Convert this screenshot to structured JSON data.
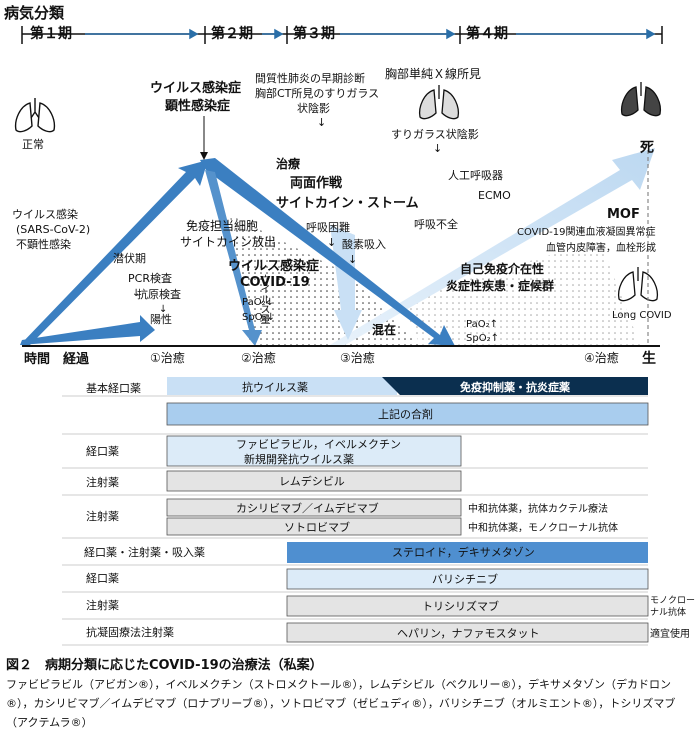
{
  "stage_axis": {
    "title": "病気分類",
    "stages": [
      "第１期",
      "第２期",
      "第３期",
      "第４期"
    ]
  },
  "status_labels": {
    "normal": "正常",
    "death": "死",
    "survival": "生",
    "long_covid": "Long COVID",
    "time_course": "時間　経過"
  },
  "annotations": {
    "infection_line1": "ウイルス感染",
    "infection_line2": "(SARS-CoV-2)",
    "infection_line3": "不顕性感染",
    "symptomatic_line1": "ウイルス感染症",
    "symptomatic_line2": "顕性感染症",
    "incubation": "潜伏期",
    "pcr": "PCR検査",
    "antigen": "抗原検査",
    "positive": "陽性",
    "immune_line1": "免疫担当細胞",
    "immune_line2": "サイトカイン放出",
    "viral_load": "ウイルス量",
    "covid_line1": "ウイルス感染症",
    "covid_line2": "COVID-19",
    "pao2_down": "PaO₂↓",
    "spo2_down": "SpO₂↓",
    "ct_line1": "間質性肺炎の早期診断",
    "ct_line2": "胸部CT所見のすりガラス",
    "ct_line3": "状陰影",
    "xray": "胸部単純Ｘ線所見",
    "ggo": "すりガラス状陰影",
    "treat_line1": "治療",
    "treat_line2": "両面作戦",
    "treat_line3": "サイトカイン・ストーム",
    "dyspnea": "呼吸困難",
    "oxygen": "酸素吸入",
    "resp_failure": "呼吸不全",
    "ventilator": "人工呼吸器",
    "ecmo": "ECMO",
    "autoimmune_line1": "自己免疫介在性",
    "autoimmune_line2": "炎症性疾患・症候群",
    "mixed": "混在",
    "pao2_up": "PaO₂↑",
    "spo2_up": "SpO₂↑",
    "mof": "MOF",
    "mof_line1": "COVID-19関連血液凝固異常症",
    "mof_line2": "血管内皮障害，血栓形成"
  },
  "cure_points": [
    "①治癒",
    "②治癒",
    "③治癒",
    "④治癒"
  ],
  "therapy_rows": [
    {
      "category": "基本経口薬",
      "bars": [
        "抗ウイルス薬",
        "免疫抑制薬・抗炎症薬"
      ],
      "note": ""
    },
    {
      "category": "",
      "bars": [
        "上記の合剤"
      ],
      "note": ""
    },
    {
      "category": "経口薬",
      "bars": [
        "ファビピラビル，イベルメクチン",
        "新規開発抗ウイルス薬"
      ],
      "note": ""
    },
    {
      "category": "注射薬",
      "bars": [
        "レムデシビル"
      ],
      "note": ""
    },
    {
      "category": "注射薬",
      "bars": [
        "カシリビマブ／イムデビマブ",
        "ソトロビマブ"
      ],
      "note": [
        "中和抗体薬，抗体カクテル療法",
        "中和抗体薬，モノクローナル抗体"
      ]
    },
    {
      "category": "経口薬・注射薬・吸入薬",
      "bars": [
        "ステロイド，デキサメタゾン"
      ],
      "note": ""
    },
    {
      "category": "経口薬",
      "bars": [
        "バリシチニブ"
      ],
      "note": ""
    },
    {
      "category": "注射薬",
      "bars": [
        "トリシリズマブ"
      ],
      "note": [
        "モノクロー",
        "ナル抗体"
      ]
    },
    {
      "category": "抗凝固療法注射薬",
      "bars": [
        "ヘパリン，ナファモスタット"
      ],
      "note": "適宜使用"
    }
  ],
  "caption": {
    "title": "図２　病期分類に応じたCOVID-19の治療法（私案）",
    "text": "ファビピラビル（アビガン®），イベルメクチン（ストロメクトール®），レムデシビル（ベクルリー®），デキサメタゾン（デカドロン®），カシリビマブ／イムデビマブ（ロナプリーブ®），ソトロビマブ（ゼビュディ®），バリシチニブ（オルミエント®），トシリズマブ（アクテムラ®）"
  },
  "colors": {
    "stage_arrow": "#2a6fa8",
    "main_arrow": "#3b7fc1",
    "light_arrow": "#c9e0f5",
    "mid_bar": "#a9cdee",
    "pale_bar": "#dcebf8",
    "dark_bar": "#0b2f4f",
    "gray_bar": "#e4e4e4",
    "steroid_bar": "#4f8fd0"
  }
}
